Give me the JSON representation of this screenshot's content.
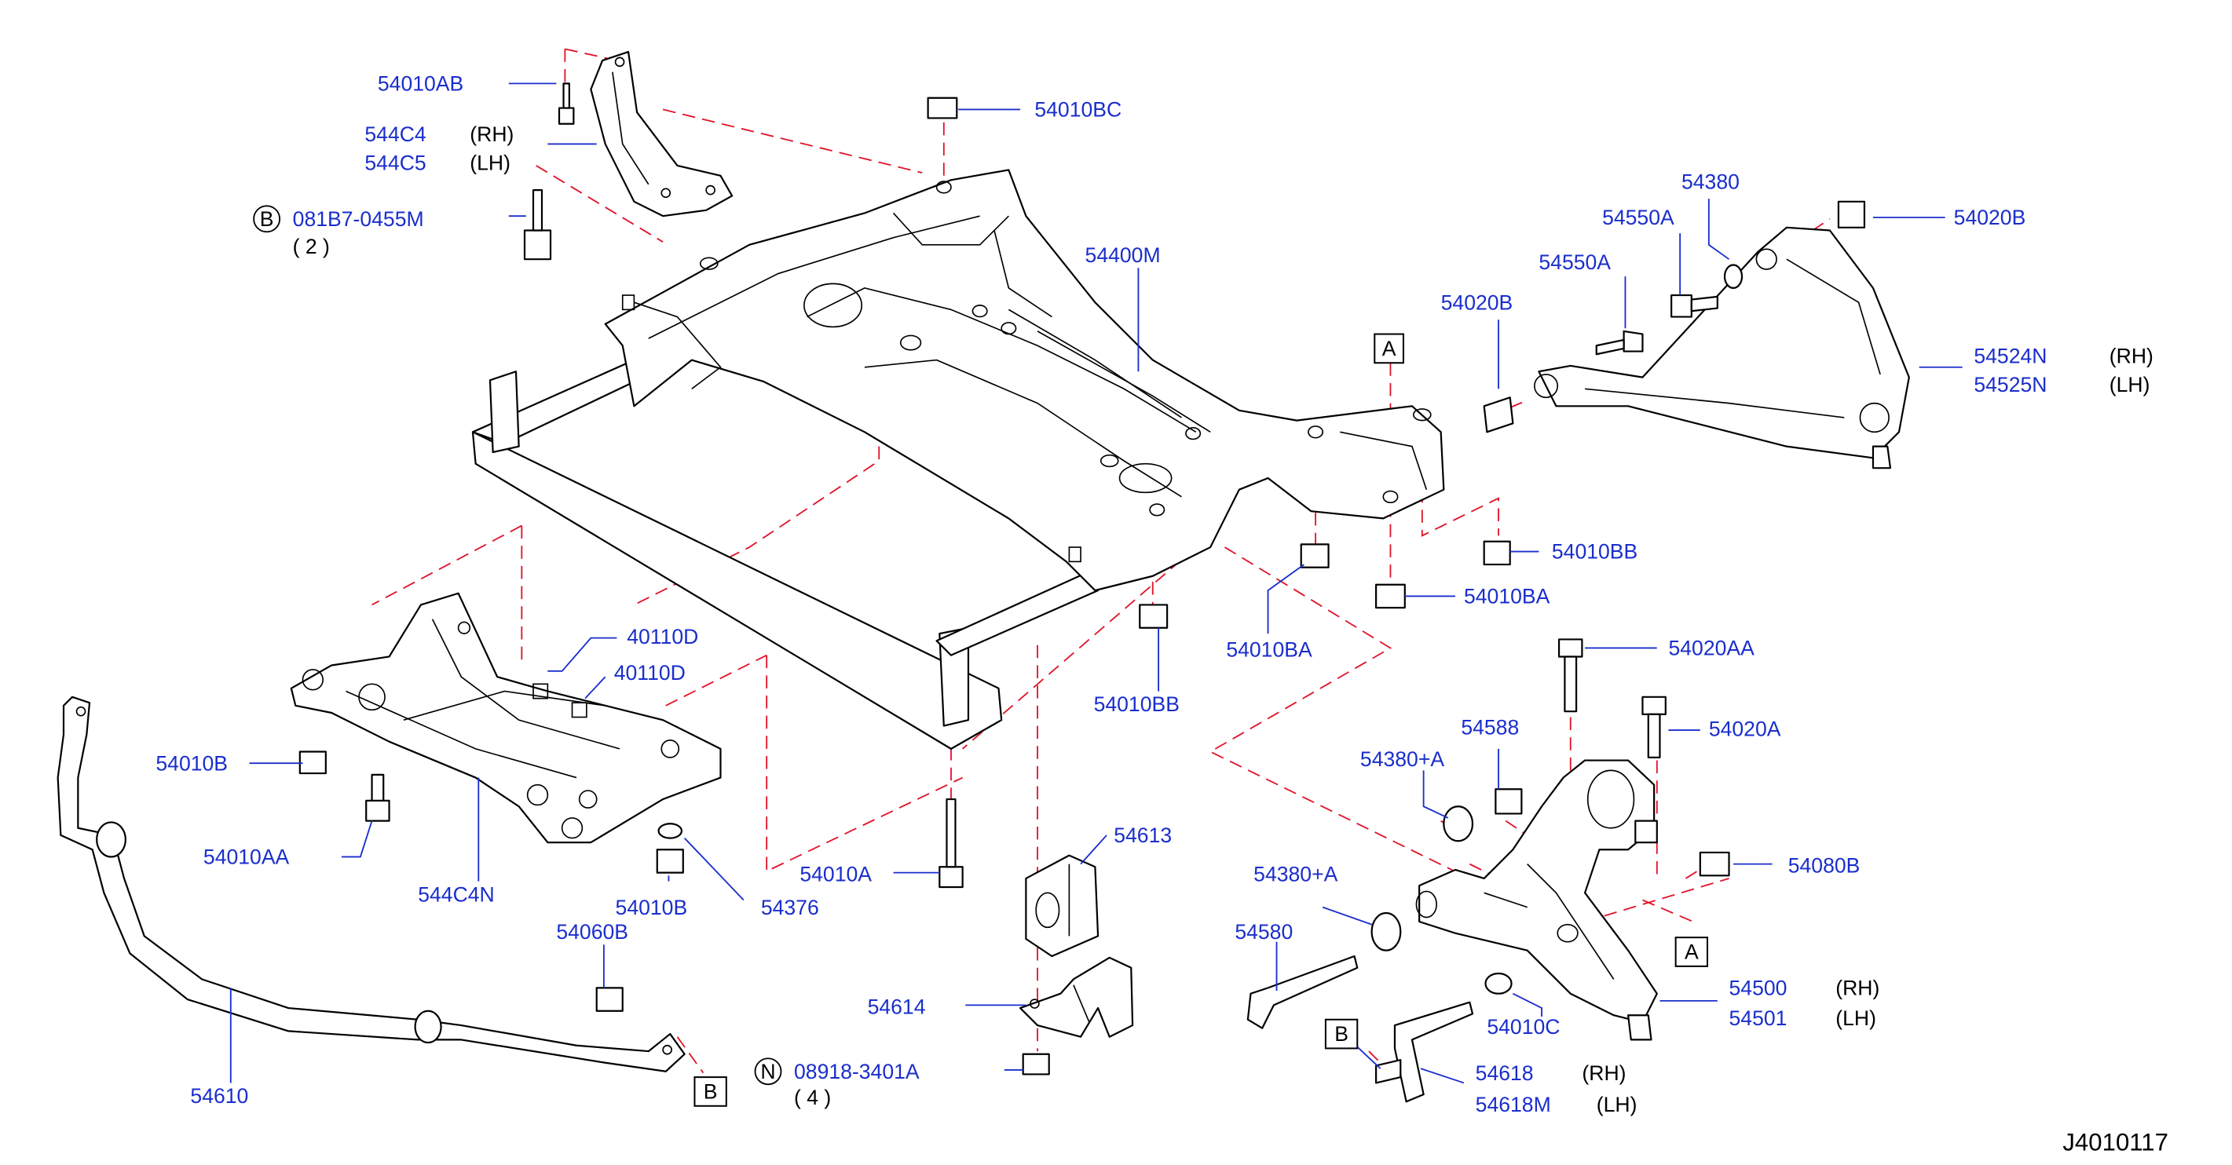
{
  "diagram_code": "J4010117",
  "callouts": [
    {
      "part": "54010AB"
    },
    {
      "part": "544C4",
      "side": "(RH)"
    },
    {
      "part": "544C5",
      "side": "(LH)"
    },
    {
      "part": "081B7-0455M",
      "badge": "B",
      "qty": "( 2 )"
    },
    {
      "part": "54010BC"
    },
    {
      "part": "54400M"
    },
    {
      "part": "54380"
    },
    {
      "part": "54020B"
    },
    {
      "part": "54550A"
    },
    {
      "part": "54550A"
    },
    {
      "part": "54020B"
    },
    {
      "part": "54524N",
      "side": "(RH)"
    },
    {
      "part": "54525N",
      "side": "(LH)"
    },
    {
      "part": "54010BB"
    },
    {
      "part": "54010BA"
    },
    {
      "part": "54010BA"
    },
    {
      "part": "54010BB"
    },
    {
      "part": "40110D"
    },
    {
      "part": "40110D"
    },
    {
      "part": "54010B"
    },
    {
      "part": "54010AA"
    },
    {
      "part": "544C4N"
    },
    {
      "part": "54010B"
    },
    {
      "part": "54376"
    },
    {
      "part": "54010A"
    },
    {
      "part": "54060B"
    },
    {
      "part": "54610"
    },
    {
      "part": "08918-3401A",
      "badge": "N",
      "qty": "( 4 )"
    },
    {
      "part": "54613"
    },
    {
      "part": "54614"
    },
    {
      "part": "54020AA"
    },
    {
      "part": "54588"
    },
    {
      "part": "54020A"
    },
    {
      "part": "54380+A"
    },
    {
      "part": "54380+A"
    },
    {
      "part": "54080B"
    },
    {
      "part": "54580"
    },
    {
      "part": "54010C"
    },
    {
      "part": "54500",
      "side": "(RH)"
    },
    {
      "part": "54501",
      "side": "(LH)"
    },
    {
      "part": "54618",
      "side": "(RH)"
    },
    {
      "part": "54618M",
      "side": "(LH)"
    }
  ],
  "reference_boxes": [
    "A",
    "A",
    "B",
    "B"
  ]
}
